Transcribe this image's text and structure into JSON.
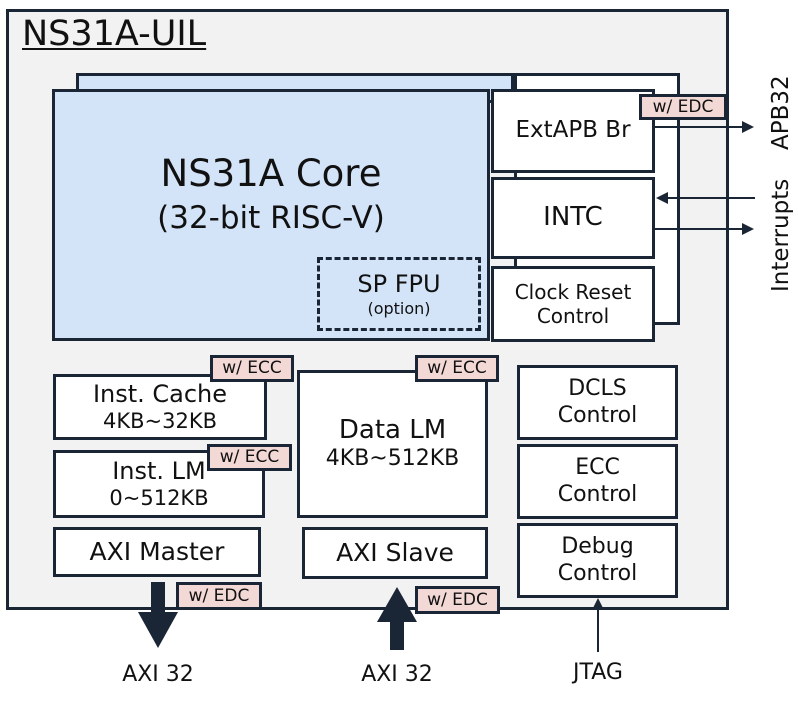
{
  "title": "NS31A-UIL",
  "core": {
    "name": "NS31A Core",
    "subtitle": "(32-bit RISC-V)"
  },
  "fpu": {
    "name": "SP FPU",
    "note": "(option)"
  },
  "peripherals": {
    "extapb": "ExtAPB Br",
    "intc": "INTC",
    "clock_reset": [
      "Clock Reset",
      "Control"
    ]
  },
  "memory": {
    "inst_cache": {
      "name": "Inst. Cache",
      "size": "4KB~32KB"
    },
    "inst_lm": {
      "name": "Inst. LM",
      "size": "0~512KB"
    },
    "data_lm": {
      "name": "Data LM",
      "size": "4KB~512KB"
    }
  },
  "bus": {
    "axi_master": "AXI Master",
    "axi_slave": "AXI Slave"
  },
  "controls": {
    "dcls": [
      "DCLS",
      "Control"
    ],
    "ecc": [
      "ECC",
      "Control"
    ],
    "debug": [
      "Debug",
      "Control"
    ]
  },
  "tags": {
    "edc": "w/ EDC",
    "ecc": "w/ ECC"
  },
  "external": {
    "axi_master_bus": "AXI 32",
    "axi_slave_bus": "AXI 32",
    "jtag": "JTAG",
    "apb": "APB32",
    "interrupts": "Interrupts"
  },
  "colors": {
    "core_fill": "#d3e3f8",
    "tag_fill": "#f3d9d6",
    "outline": "#1a2535",
    "background": "#f2f2f2"
  }
}
